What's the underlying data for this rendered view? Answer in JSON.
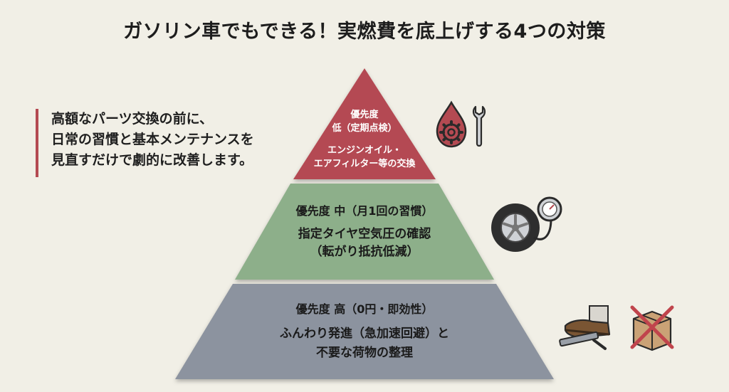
{
  "title": "ガソリン車でもできる！実燃費を底上げする4つの対策",
  "intro": {
    "lines": [
      "高額なパーツ交換の前に、",
      "日常の習慣と基本メンテナンスを",
      "見直すだけで劇的に改善します。"
    ],
    "accent_color": "#b44a52"
  },
  "pyramid": {
    "top": {
      "priority_lines": [
        "優先度",
        "低（定期点検）"
      ],
      "measure_lines": [
        "エンジンオイル・",
        "エアフィルター等の交換"
      ],
      "color": "#b44a52",
      "icon": "oil-drop-gear-wrench-icon"
    },
    "middle": {
      "priority_lines": [
        "優先度 中（月1回の習慣）"
      ],
      "measure_lines": [
        "指定タイヤ空気圧の確認",
        "（転がり抵抗低減）"
      ],
      "color": "#8daf8a",
      "icon": "tire-pressure-gauge-icon"
    },
    "bottom": {
      "priority_lines": [
        "優先度 高（0円・即効性）"
      ],
      "measure_lines": [
        "ふんわり発進（急加速回避）と",
        "不要な荷物の整理"
      ],
      "color": "#8c939f",
      "icons": [
        "foot-pedal-icon",
        "crossed-box-icon"
      ]
    }
  }
}
